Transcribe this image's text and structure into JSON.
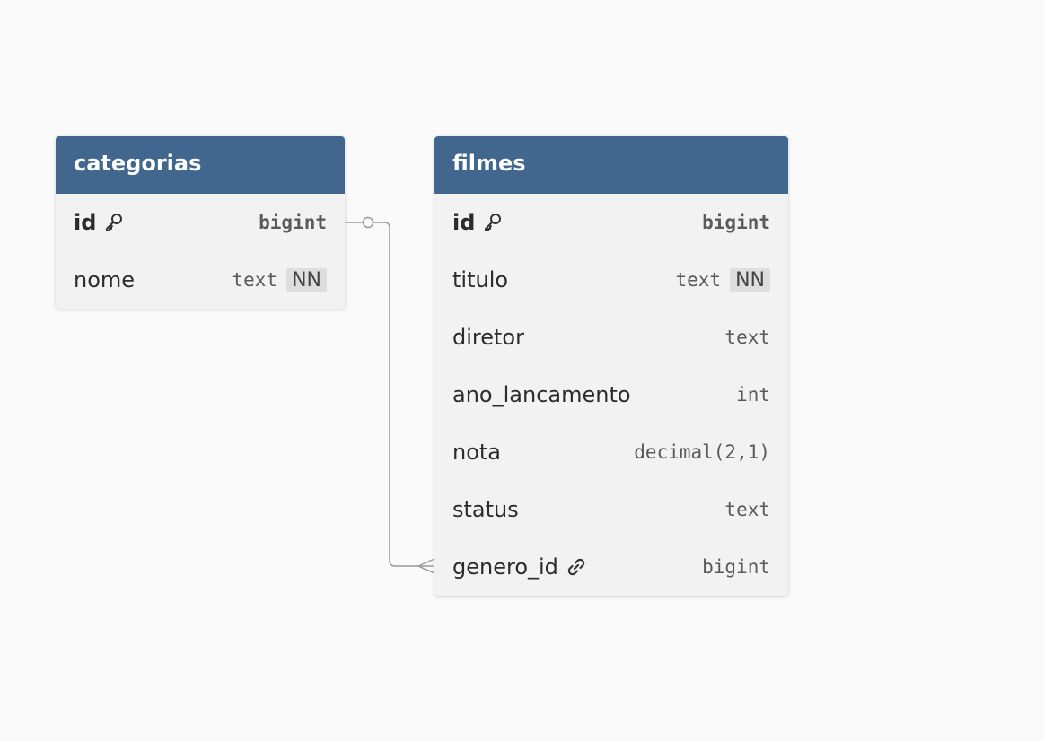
{
  "tables": {
    "categorias": {
      "name": "categorias",
      "columns": [
        {
          "name": "id",
          "type": "bigint",
          "pk": true,
          "icon": "key-icon"
        },
        {
          "name": "nome",
          "type": "text",
          "badge": "NN"
        }
      ]
    },
    "filmes": {
      "name": "filmes",
      "columns": [
        {
          "name": "id",
          "type": "bigint",
          "pk": true,
          "icon": "key-icon"
        },
        {
          "name": "titulo",
          "type": "text",
          "badge": "NN"
        },
        {
          "name": "diretor",
          "type": "text"
        },
        {
          "name": "ano_lancamento",
          "type": "int"
        },
        {
          "name": "nota",
          "type": "decimal(2,1)"
        },
        {
          "name": "status",
          "type": "text"
        },
        {
          "name": "genero_id",
          "type": "bigint",
          "icon": "link-icon"
        }
      ]
    }
  },
  "relationship": {
    "from": "categorias.id",
    "to": "filmes.genero_id",
    "from_end": "zero-or-one",
    "to_end": "many"
  },
  "colors": {
    "header": "#41678f",
    "body": "#f2f2f2",
    "connector": "#9a9a9a"
  }
}
